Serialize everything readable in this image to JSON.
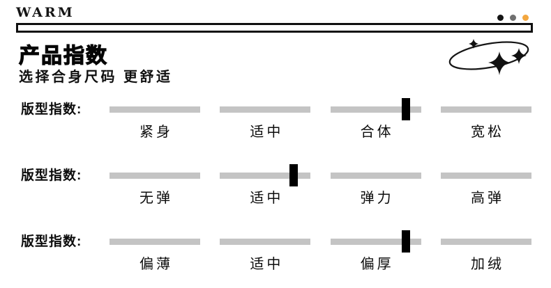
{
  "brand": {
    "logo_text": "WARM",
    "dots": [
      {
        "name": "dot-black",
        "color": "#141414"
      },
      {
        "name": "dot-gray",
        "color": "#6f6f6f"
      },
      {
        "name": "dot-orange",
        "color": "#f3a73f"
      }
    ]
  },
  "header": {
    "title": "产品指数",
    "subtitle": "选择合身尺码 更舒适"
  },
  "colors": {
    "track_bar": "#c4c4c4",
    "marker": "#000000",
    "text": "#111111"
  },
  "rows": [
    {
      "label": "版型指数:",
      "options": [
        "紧身",
        "适中",
        "合体",
        "宽松"
      ],
      "selected_option": "合体",
      "selected_index": 2,
      "marker_offset_pct": 83
    },
    {
      "label": "版型指数:",
      "options": [
        "无弹",
        "适中",
        "弹力",
        "高弹"
      ],
      "selected_option": "适中",
      "selected_index": 1,
      "marker_offset_pct": 81
    },
    {
      "label": "版型指数:",
      "options": [
        "偏薄",
        "适中",
        "偏厚",
        "加绒"
      ],
      "selected_option": "偏厚",
      "selected_index": 2,
      "marker_offset_pct": 83
    }
  ],
  "chart_data": {
    "type": "table",
    "title": "产品指数",
    "subtitle": "选择合身尺码 更舒适",
    "rows": [
      {
        "label": "版型指数",
        "scale": [
          "紧身",
          "适中",
          "合体",
          "宽松"
        ],
        "value": "合体"
      },
      {
        "label": "版型指数",
        "scale": [
          "无弹",
          "适中",
          "弹力",
          "高弹"
        ],
        "value": "适中"
      },
      {
        "label": "版型指数",
        "scale": [
          "偏薄",
          "适中",
          "偏厚",
          "加绒"
        ],
        "value": "偏厚"
      }
    ],
    "legend_position": "none",
    "grid": false
  }
}
